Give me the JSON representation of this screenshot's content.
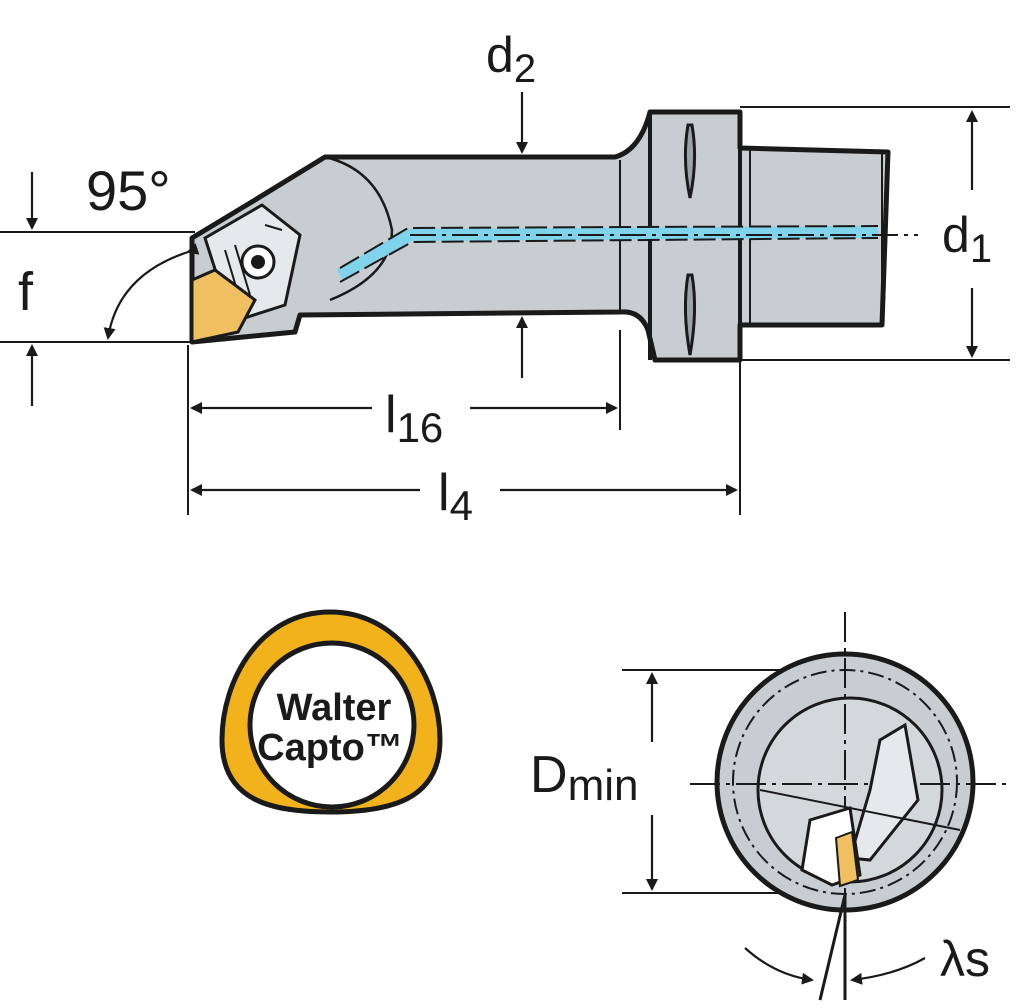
{
  "labels": {
    "d2_main": "d",
    "d2_sub": "2",
    "d1_main": "d",
    "d1_sub": "1",
    "angle": "95°",
    "f": "f",
    "l16_main": "l",
    "l16_sub": "16",
    "l4_main": "l",
    "l4_sub": "4",
    "dmin_main": "D",
    "dmin_sub": "min",
    "lambda_s": "λs"
  },
  "logo": {
    "line1": "Walter",
    "line2": "Capto™"
  },
  "colors": {
    "body": "#c7cdd1",
    "coolant": "#7fd3ea",
    "insert": "#f0c060",
    "logo_ring": "#f2b21c",
    "outline": "#1a1a1a"
  }
}
